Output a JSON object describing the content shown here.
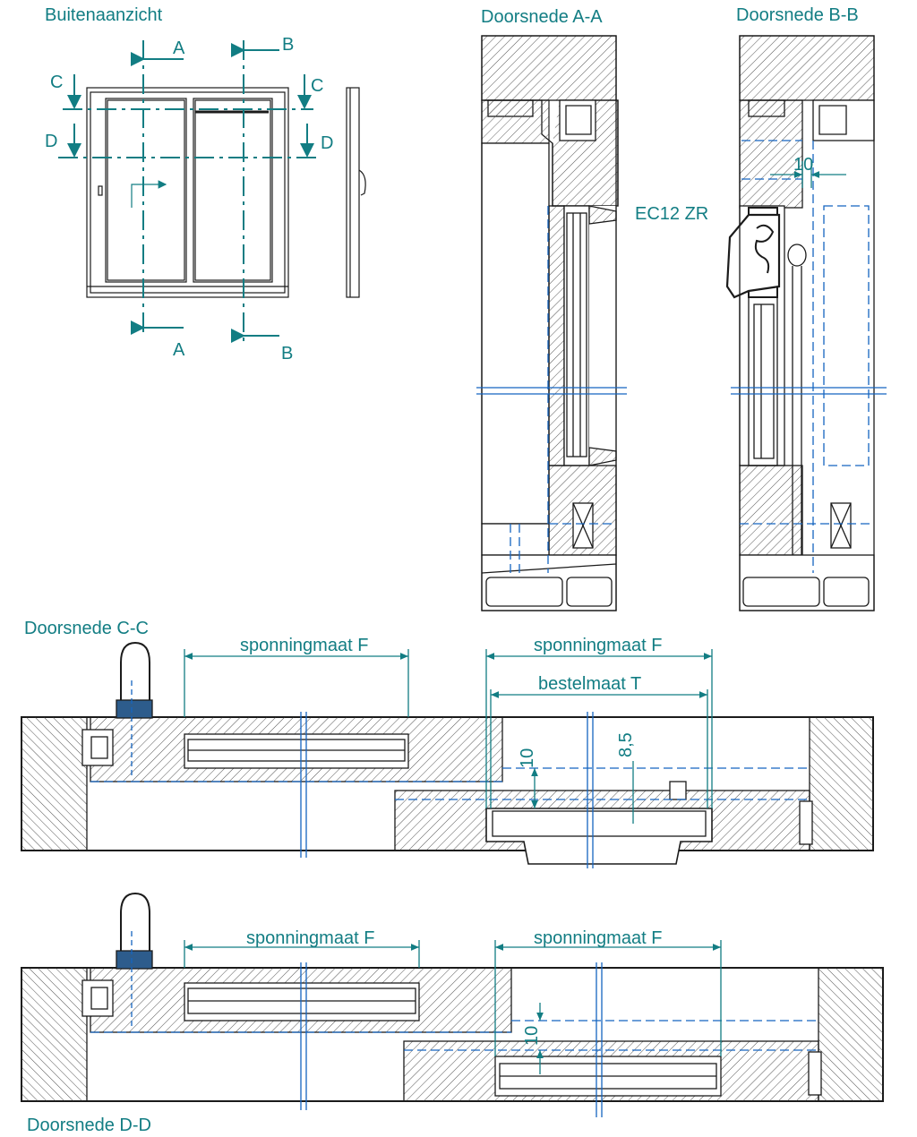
{
  "colors": {
    "teal": "#127d83",
    "blue": "#1565c0",
    "ink": "#1b1b1b",
    "hatch": "#555555",
    "seal": "#2d5c8c"
  },
  "titles": {
    "outside_view": "Buitenaanzicht",
    "section_aa": "Doorsnede A-A",
    "section_bb": "Doorsnede B-B",
    "section_cc": "Doorsnede C-C",
    "section_dd": "Doorsnede D-D"
  },
  "section_markers": {
    "a_top": "A",
    "a_bottom": "A",
    "b_top": "B",
    "b_bottom": "B",
    "c_left": "C",
    "c_right": "C",
    "d_left": "D",
    "d_right": "D"
  },
  "labels": {
    "vent": "EC12 ZR",
    "dim_bb": "10",
    "cc_rebate_left": "sponningmaat F",
    "cc_rebate_right": "sponningmaat F",
    "cc_order": "bestelmaat T",
    "cc_dim_10": "10",
    "cc_dim_85": "8,5",
    "dd_rebate_left": "sponningmaat F",
    "dd_rebate_right": "sponningmaat F",
    "dd_dim_10": "10"
  }
}
